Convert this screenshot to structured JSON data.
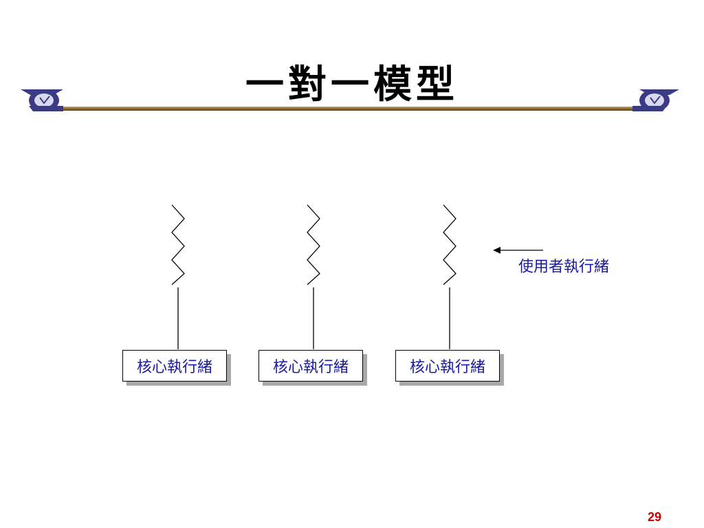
{
  "slide": {
    "title": "一對一模型",
    "page_number": "29"
  },
  "diagram": {
    "user_thread_label": "使用者執行緒",
    "kernel_threads": [
      {
        "label": "核心執行緒"
      },
      {
        "label": "核心執行緒"
      },
      {
        "label": "核心執行緒"
      }
    ]
  },
  "colors": {
    "label_text": "#1a1aa6",
    "page_number": "#cc0000",
    "rule": "#8b6a2e",
    "logo": "#3b3a84"
  },
  "icons": [
    "clock-logo-icon"
  ]
}
